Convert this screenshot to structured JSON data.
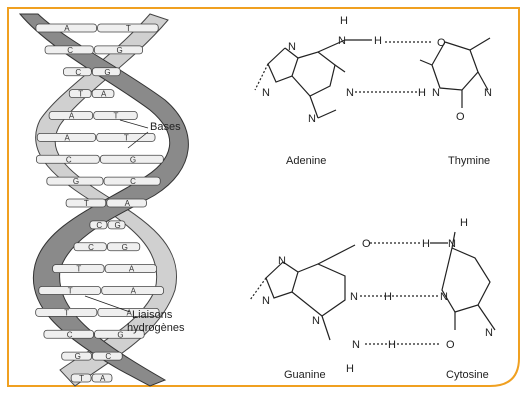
{
  "labels": {
    "bases": "Bases",
    "liaisons_line1": "Liaisons",
    "liaisons_line2": "hydrogènes",
    "adenine": "Adenine",
    "thymine": "Thymine",
    "guanine": "Guanine",
    "cytosine": "Cytosine"
  },
  "rungs": [
    {
      "l": "A",
      "r": "T"
    },
    {
      "l": "C",
      "r": "G"
    },
    {
      "l": "C",
      "r": "G"
    },
    {
      "l": "T",
      "r": "A"
    },
    {
      "l": "A",
      "r": "T"
    },
    {
      "l": "A",
      "r": "T"
    },
    {
      "l": "C",
      "r": "G"
    },
    {
      "l": "G",
      "r": "C"
    },
    {
      "l": "T",
      "r": "A"
    },
    {
      "l": "C",
      "r": "G"
    },
    {
      "l": "C",
      "r": "G"
    },
    {
      "l": "T",
      "r": "A"
    },
    {
      "l": "T",
      "r": "A"
    },
    {
      "l": "T",
      "r": "A"
    },
    {
      "l": "C",
      "r": "G"
    },
    {
      "l": "G",
      "r": "C"
    },
    {
      "l": "T",
      "r": "A"
    }
  ],
  "atoms": {
    "H": "H",
    "N": "N",
    "O": "O"
  },
  "colors": {
    "border": "#f0a020",
    "strand_dark": "#7a7a7a",
    "strand_light": "#c8c8c8"
  }
}
